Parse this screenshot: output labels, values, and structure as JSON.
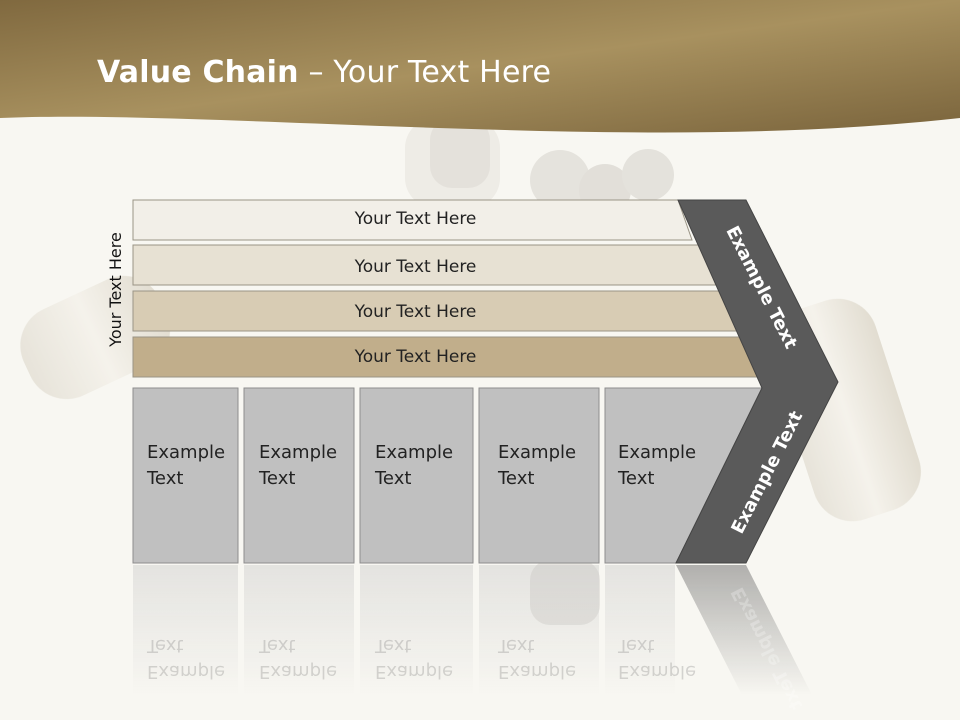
{
  "title": {
    "bold": "Value Chain",
    "rest": " – Your Text Here"
  },
  "side_label": "Your Text Here",
  "rows": [
    {
      "label": "Your Text Here",
      "fill": "#f2efe8"
    },
    {
      "label": "Your Text Here",
      "fill": "#e7e1d3"
    },
    {
      "label": "Your Text Here",
      "fill": "#d8ccb4"
    },
    {
      "label": "Your Text Here",
      "fill": "#c1ae8b"
    }
  ],
  "columns": [
    {
      "line1": "Example",
      "line2": "Text"
    },
    {
      "line1": "Example",
      "line2": "Text"
    },
    {
      "line1": "Example",
      "line2": "Text"
    },
    {
      "line1": "Example",
      "line2": "Text"
    },
    {
      "line1": "Example",
      "line2": "Text"
    }
  ],
  "chevron": {
    "upper_label": "Example Text",
    "lower_label": "Example Text",
    "fill": "#5a5a5a"
  },
  "colors": {
    "header": "#8c7548",
    "column_fill": "#c0c0c0",
    "column_border": "#8e8e8e"
  }
}
